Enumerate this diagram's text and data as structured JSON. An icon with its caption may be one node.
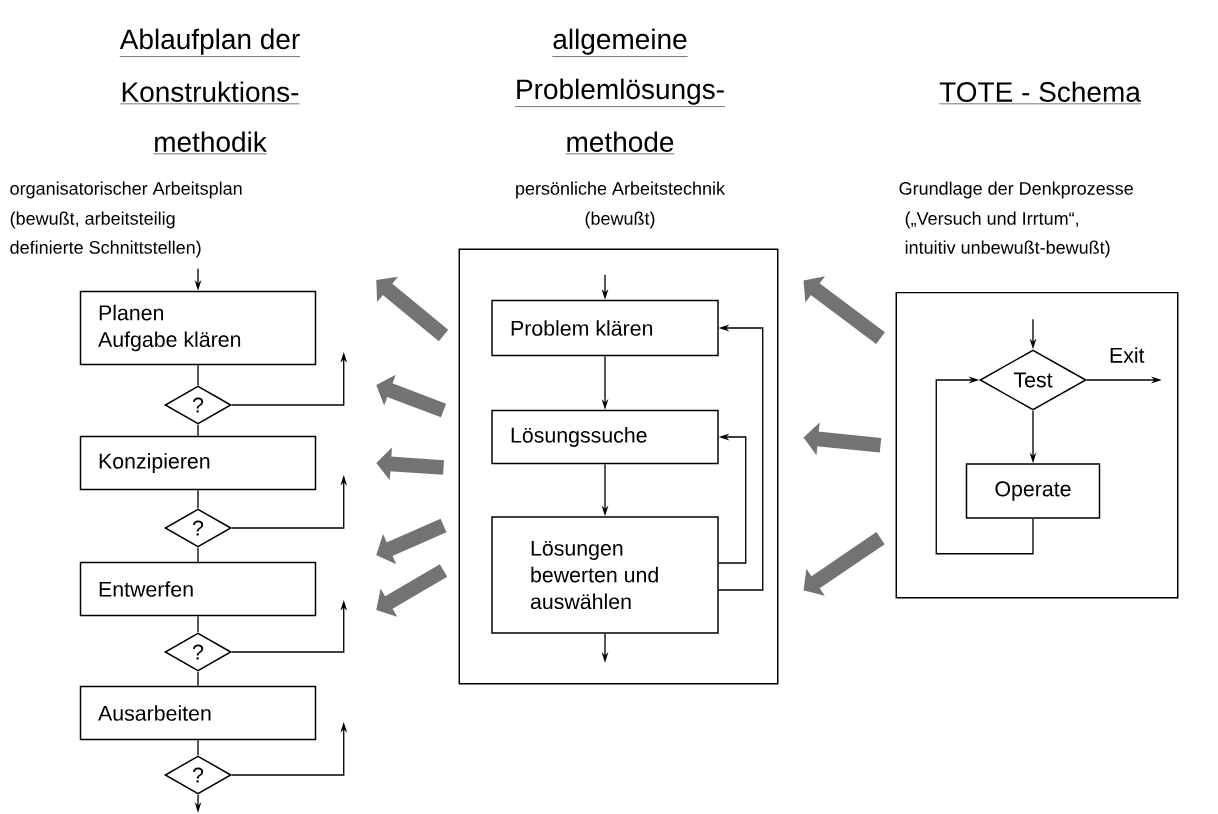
{
  "diagram": {
    "nodes": [
      {
        "text": [
          "Planen",
          "Aufgabe klären"
        ]
      },
      {
        "text": [
          "?"
        ]
      },
      {
        "text": [
          "Konzipieren"
        ]
      },
      {
        "text": [
          "?"
        ]
      },
      {
        "text": [
          "Entwerfen"
        ]
      },
      {
        "text": [
          "?"
        ]
      },
      {
        "text": [
          "Ausarbeiten"
        ]
      },
      {
        "text": [
          "?"
        ]
      },
      {
        "text": [],
        "shape": "box"
      },
      {
        "text": [
          "Problem klären"
        ],
        "in": 8
      },
      {
        "text": [
          "Lösungssuche"
        ],
        "in": 8
      },
      {
        "text": [
          "Lösungen bewerten und auswählen"
        ],
        "in": 8
      },
      {
        "text": [],
        "shape": "box"
      },
      {
        "text": [
          "Test"
        ],
        "in": 12
      },
      {
        "text": [
          "Operate"
        ],
        "in": 12
      }
    ],
    "edges": [
      {
        "from": null,
        "to": 0,
        "arrow": "to"
      },
      {
        "from": 0,
        "to": 1,
        "arrow": "none"
      },
      {
        "from": 1,
        "to": 2,
        "arrow": "none"
      },
      {
        "from": 2,
        "to": 3,
        "arrow": "none"
      },
      {
        "from": 3,
        "to": 4,
        "arrow": "none"
      },
      {
        "from": 4,
        "to": 5,
        "arrow": "none"
      },
      {
        "from": 5,
        "to": 6,
        "arrow": "none"
      },
      {
        "from": 6,
        "to": 7,
        "arrow": "none"
      },
      {
        "from": 7,
        "to": null,
        "arrow": "to"
      },
      {
        "from": 1,
        "to": null,
        "arrow": "to"
      },
      {
        "from": 3,
        "to": null,
        "arrow": "to"
      },
      {
        "from": 5,
        "to": null,
        "arrow": "to"
      },
      {
        "from": 7,
        "to": null,
        "arrow": "to"
      },
      {
        "from": null,
        "to": 9,
        "arrow": "to"
      },
      {
        "from": 9,
        "to": 10,
        "arrow": "to"
      },
      {
        "from": 10,
        "to": 11,
        "arrow": "to"
      },
      {
        "from": 11,
        "to": null,
        "arrow": "to"
      },
      {
        "from": 11,
        "to": 10,
        "arrow": "to"
      },
      {
        "from": 11,
        "to": 9,
        "arrow": "to"
      },
      {
        "from": null,
        "to": 13,
        "arrow": "to"
      },
      {
        "from": 13,
        "to": 14,
        "arrow": "to"
      },
      {
        "from": 14,
        "to": 13,
        "arrow": "to"
      },
      {
        "from": 13,
        "to": null,
        "arrow": "to",
        "label": "Exit"
      },
      {
        "from": 8,
        "to": 0,
        "arrow": "to",
        "style": "thick",
        "color": "#737373"
      },
      {
        "from": 8,
        "to": 0,
        "arrow": "to",
        "style": "thick",
        "color": "#737373"
      },
      {
        "from": 8,
        "to": 2,
        "arrow": "to",
        "style": "thick",
        "color": "#737373"
      },
      {
        "from": 8,
        "to": 4,
        "arrow": "to",
        "style": "thick",
        "color": "#737373"
      },
      {
        "from": 8,
        "to": 4,
        "arrow": "to",
        "style": "thick",
        "color": "#737373"
      },
      {
        "from": 12,
        "to": 8,
        "arrow": "to",
        "style": "thick",
        "color": "#737373"
      },
      {
        "from": 12,
        "to": 8,
        "arrow": "to",
        "style": "thick",
        "color": "#737373"
      },
      {
        "from": 12,
        "to": 8,
        "arrow": "to",
        "style": "thick",
        "color": "#737373"
      }
    ],
    "labels": [
      "Ablaufplan der",
      "Konstruktions-",
      "methodik",
      "organisatorischer Arbeitsplan",
      "(bewußt, arbeitsteilig",
      "definierte Schnittstellen)",
      "allgemeine",
      "Problemlösungs-",
      "methode",
      "persönliche Arbeitstechnik",
      "(bewußt)",
      "TOTE - Schema",
      "Grundlage der Denkprozesse",
      "(„Versuch und Irrtum“,",
      "intuitiv unbewußt-bewußt)"
    ]
  }
}
